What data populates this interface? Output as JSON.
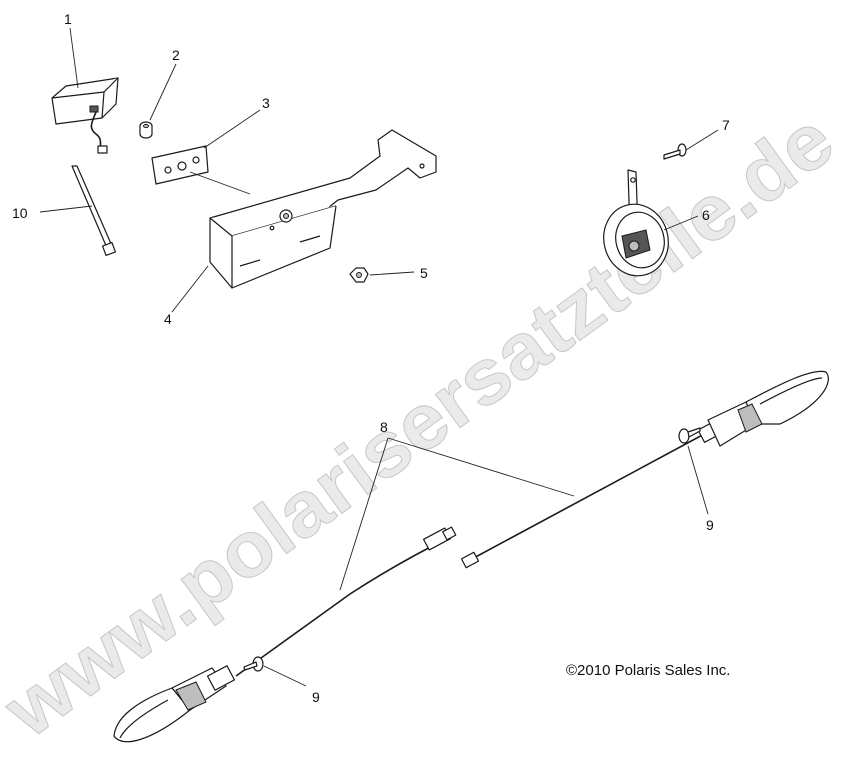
{
  "watermark": "www.polarisersatzteile.de",
  "copyright": "©2010 Polaris Sales Inc.",
  "callouts": {
    "c1": "1",
    "c2": "2",
    "c3": "3",
    "c4": "4",
    "c5": "5",
    "c6": "6",
    "c7": "7",
    "c8": "8",
    "c9a": "9",
    "c9b": "9",
    "c10": "10"
  }
}
